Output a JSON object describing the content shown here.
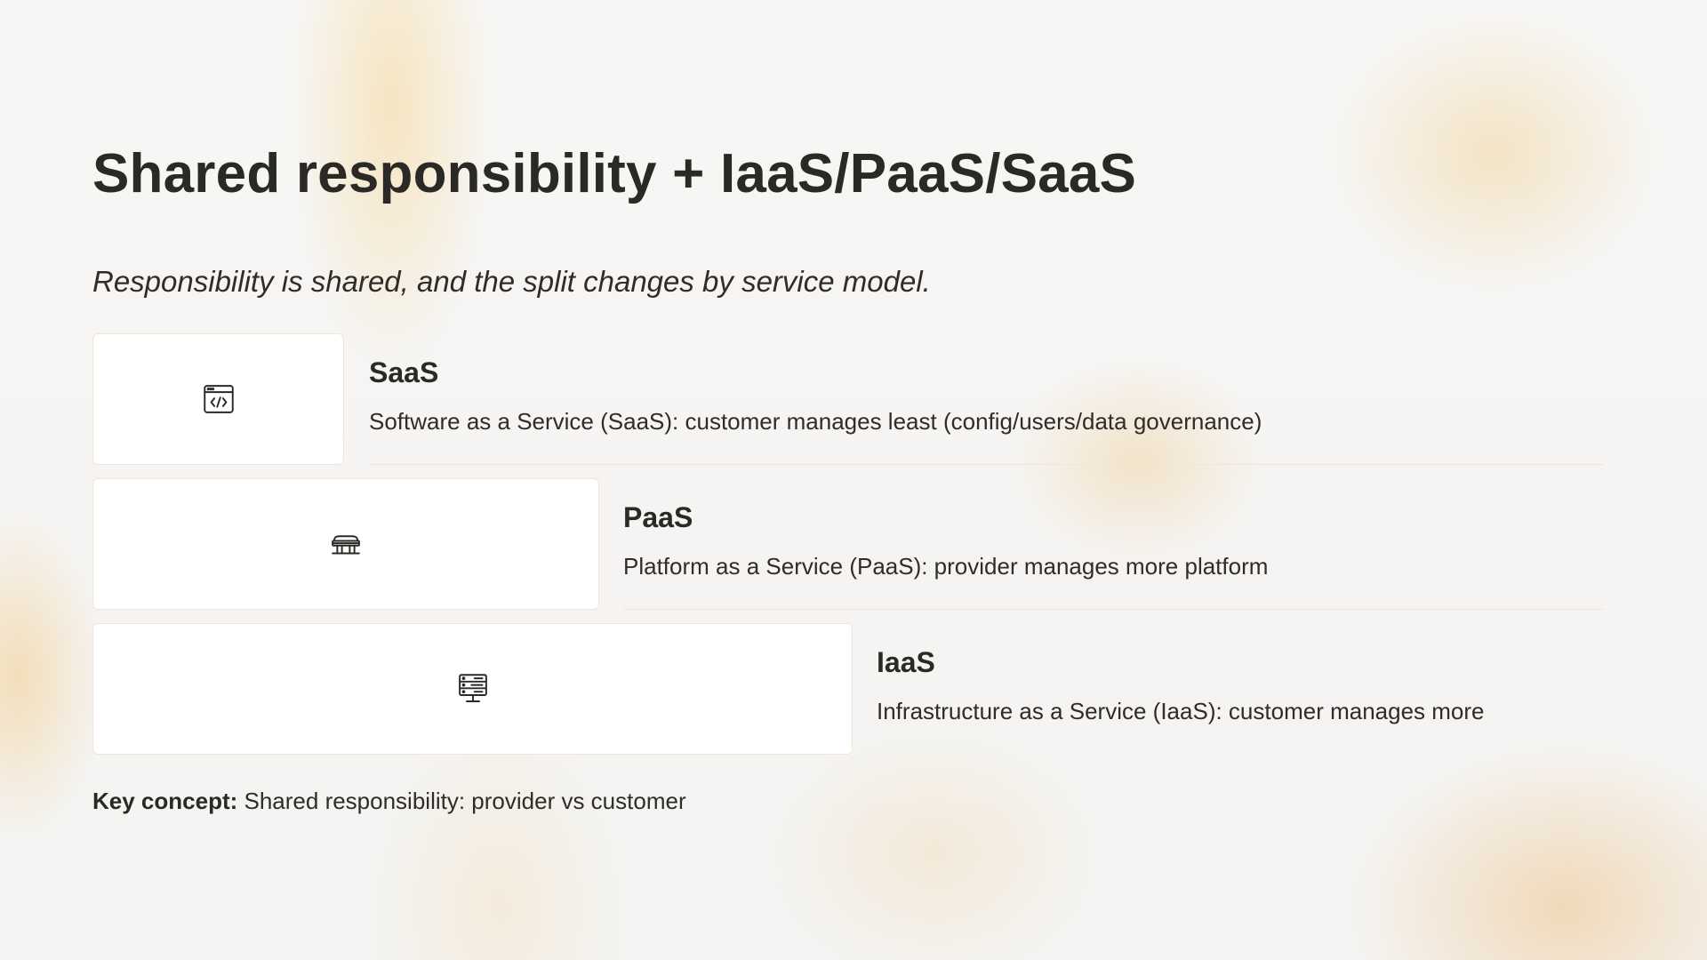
{
  "slide": {
    "title": "Shared responsibility + IaaS/PaaS/SaaS",
    "subtitle": "Responsibility is shared, and the split changes by service model."
  },
  "models": [
    {
      "name": "SaaS",
      "description": "Software as a Service (SaaS): customer manages least (config/users/data governance)",
      "icon": "browser-code-icon"
    },
    {
      "name": "PaaS",
      "description": "Platform as a Service (PaaS): provider manages more platform",
      "icon": "platform-icon"
    },
    {
      "name": "IaaS",
      "description": "Infrastructure as a Service (IaaS): customer manages more",
      "icon": "server-icon"
    }
  ],
  "key_concept": {
    "label": "Key concept:",
    "text": "Shared responsibility: provider vs customer"
  },
  "colors": {
    "text": "#2b2926",
    "card_background": "#ffffff",
    "card_border": "#f1e6d4",
    "accent_glow": "#f2d39a"
  }
}
